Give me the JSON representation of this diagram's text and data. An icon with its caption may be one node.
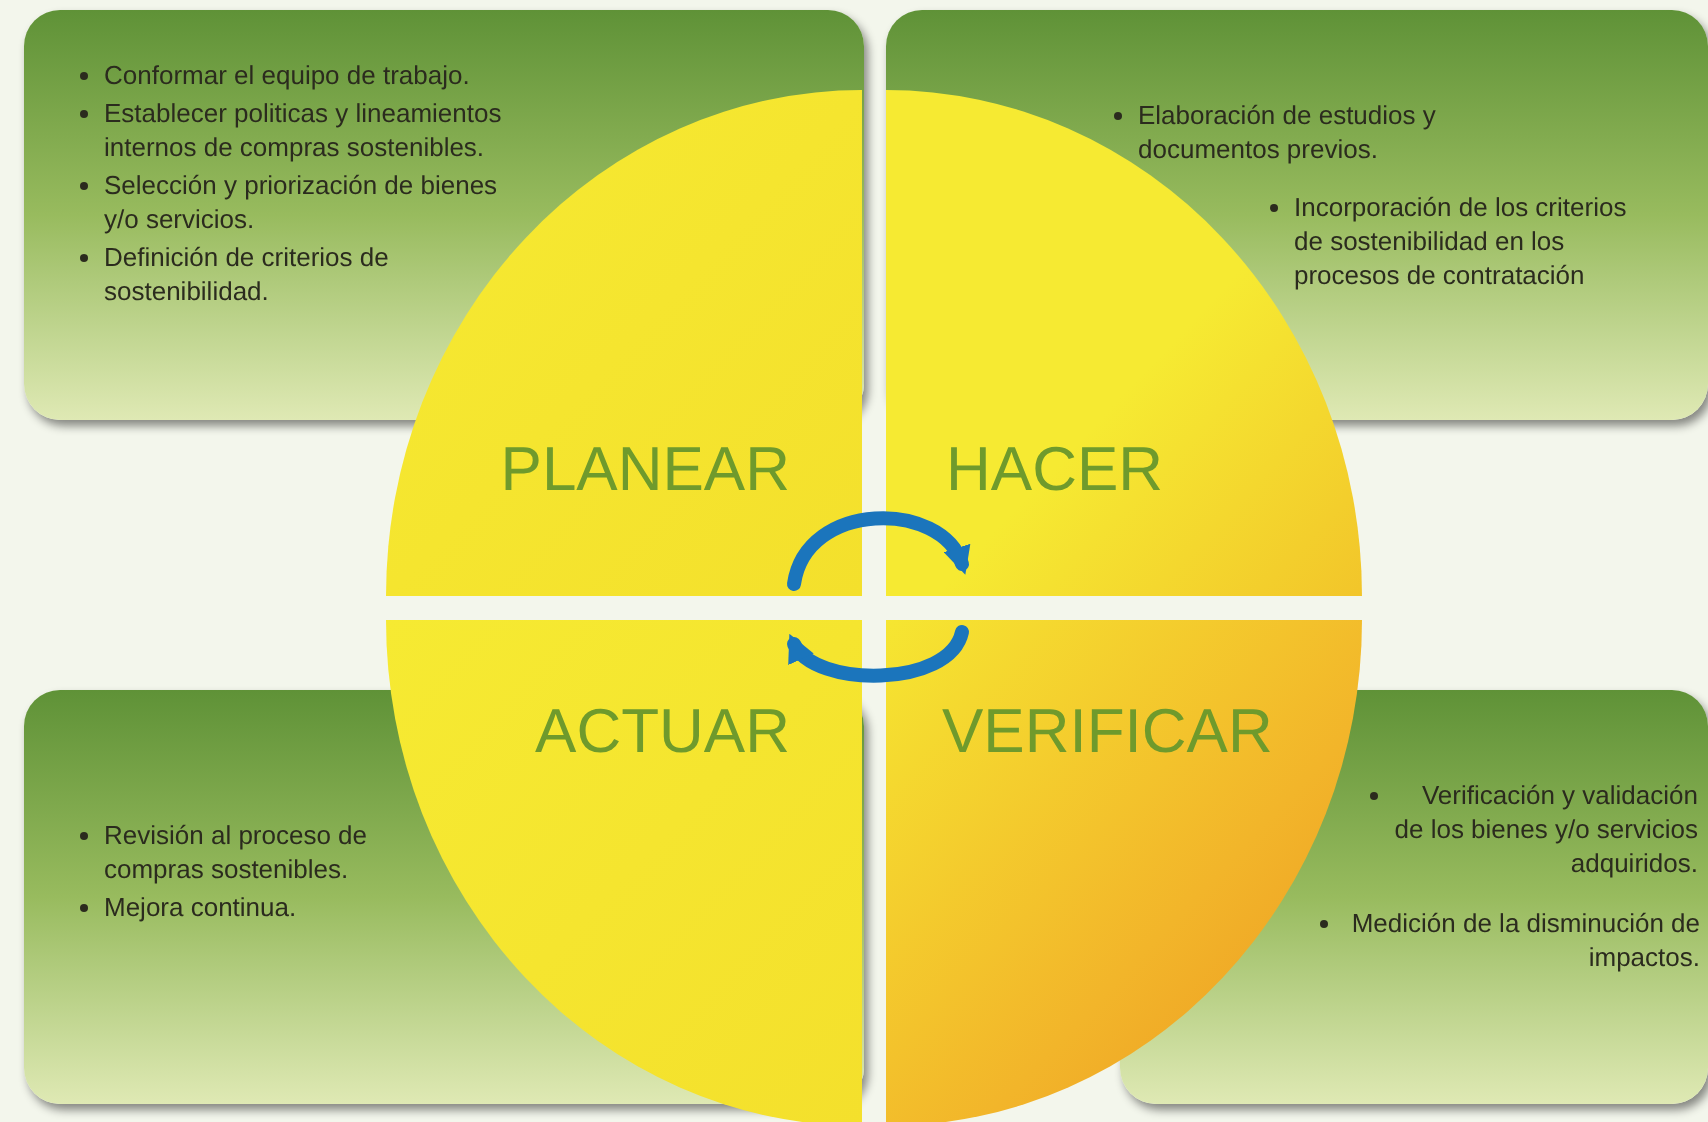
{
  "diagram": {
    "nodes": [
      {
        "text": [
          "Conformar el equipo de trabajo.",
          "Establecer politicas y lineamientos internos de compras sostenibles.",
          "Selección y priorización de bienes y/o servicios.",
          "Definición de criterios de sostenibilidad."
        ]
      },
      {
        "text": [
          "Elaboración de estudios y documentos previos.",
          "Incorporación de los criterios de sostenibilidad en los procesos de contratación"
        ]
      },
      {
        "text": [
          "Revisión al proceso de compras sostenibles.",
          "Mejora continua."
        ]
      },
      {
        "text": [
          "Verificación y validación de los bienes y/o servicios adquiridos.",
          "Medición de la disminución de impactos."
        ]
      },
      {
        "text": [
          "PLANEAR"
        ]
      },
      {
        "text": [
          "HACER"
        ]
      },
      {
        "text": [
          "ACTUAR"
        ]
      },
      {
        "text": [
          "VERIFICAR"
        ]
      }
    ],
    "edges": [
      {
        "from": 4,
        "to": 5,
        "arrow": "to",
        "color": "#1b75bc"
      },
      {
        "from": 7,
        "to": 6,
        "arrow": "to",
        "color": "#1b75bc"
      }
    ]
  }
}
